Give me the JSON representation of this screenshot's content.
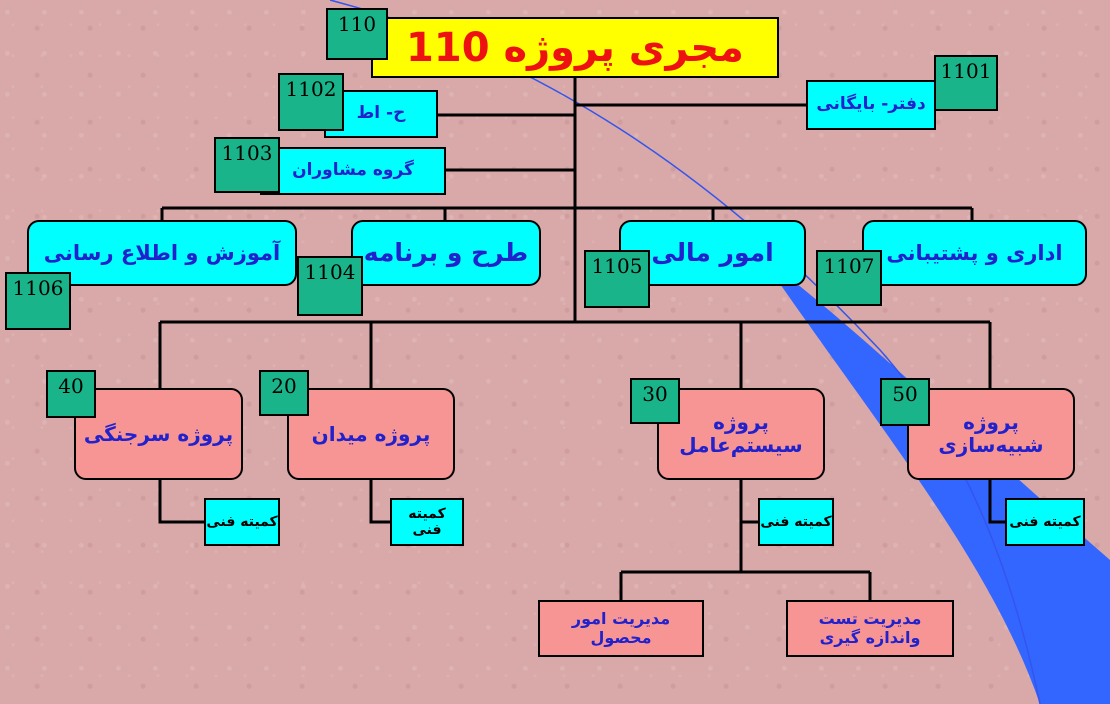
{
  "colors": {
    "background": "#d9a8a8",
    "title_fill": "#ffff00",
    "title_text": "#ee1111",
    "unit_fill": "#00ffff",
    "project_fill": "#f79595",
    "code_fill": "#19b48a",
    "label_text": "#2222cc",
    "swoosh": "#3366ff"
  },
  "title": {
    "text": "مجری پروژه 110",
    "code": "110"
  },
  "staff": {
    "archive": {
      "label": "دفتر- بایگانی",
      "code": "1101"
    },
    "security": {
      "label": "ح- اط",
      "code": "1102"
    },
    "advisors": {
      "label": "گروه مشاوران",
      "code": "1103"
    }
  },
  "units": {
    "education": {
      "label": "آموزش و اطلاع رسانی",
      "code": "1106"
    },
    "planning": {
      "label": "طرح و برنامه",
      "code": "1104"
    },
    "finance": {
      "label": "امور مالی",
      "code": "1105"
    },
    "admin": {
      "label": "اداری و پشتیبانی",
      "code": "1107"
    }
  },
  "projects": {
    "p40": {
      "label": "پروژه سرجنگی",
      "code": "40",
      "committee": "کمیته فنی"
    },
    "p20": {
      "label": "پروژه میدان",
      "code": "20",
      "committee": "کمیته فنی"
    },
    "p30": {
      "label_line1": "پروژه",
      "label_line2": "سیستم‌عامل",
      "code": "30",
      "committee": "کمیته فنی"
    },
    "p50": {
      "label_line1": "پروژه",
      "label_line2": "شبیه‌سازی",
      "code": "50",
      "committee": "کمیته فنی"
    }
  },
  "sub_units": {
    "product": {
      "line1": "مدیریت امور",
      "line2": "محصول"
    },
    "test": {
      "line1": "مدیریت تست",
      "line2": "واندازه گیری"
    }
  }
}
